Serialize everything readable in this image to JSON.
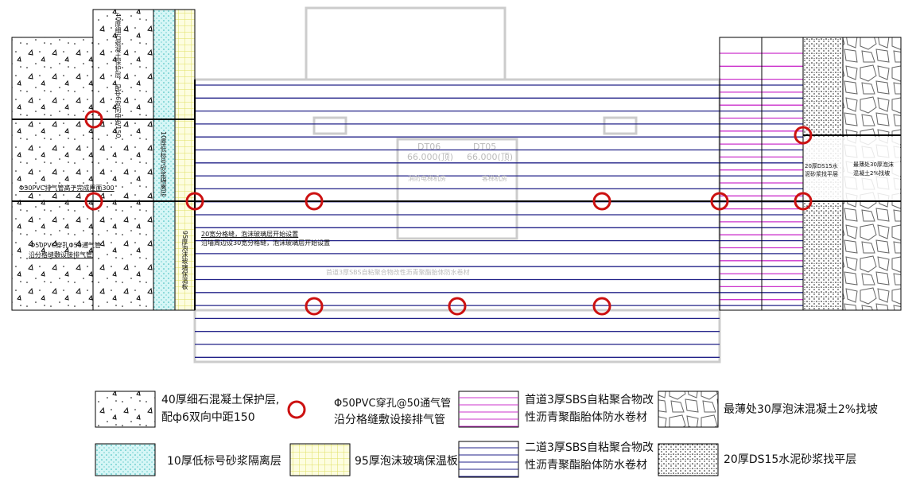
{
  "drawing": {
    "concrete_note_vertical": "40厚细石混凝土保护层，配ф6双向中距150",
    "pipe_height_note": "Φ50PVC排气管高于完成屋面300",
    "pipe_hole_note_1": "Φ50PVC穿孔Φ50通气管",
    "pipe_hole_note_2": "沿分格缝敷设接排气管",
    "mortar_isolation_vertical": "10厚低标号砂浆隔离层",
    "foam_glass_vertical": "95厚泡沫玻璃保温板",
    "grid_note_1": "20宽分格缝，泡沫玻璃层开始设置",
    "grid_note_2": "沿墙周边设30宽分格缝，泡沫玻璃层开始设置",
    "sbs_center_note": "首道3厚SBS自粘聚合物改性沥青聚酯胎体防水卷材",
    "elevator_1_code": "DT06",
    "elevator_1_level": "66.000(顶)",
    "elevator_1_room": "消防电梯机房",
    "elevator_2_code": "DT05",
    "elevator_2_level": "66.000(顶)",
    "elevator_2_room": "客梯机房",
    "right_mortar_note": "20厚DS15水泥砂浆找平层",
    "right_foam_note_1": "最薄处30厚泡沫",
    "right_foam_note_2": "混凝土2%找坡",
    "colors": {
      "red": "#cc1111",
      "blue": "#222288",
      "pink": "#cc33cc",
      "cyan": "#5fd6d6",
      "yellow": "#e6e65a"
    }
  },
  "legend": [
    {
      "id": "concrete",
      "line1": "40厚细石混凝土保护层,",
      "line2": "配ф6双向中距150"
    },
    {
      "id": "pipe",
      "line1": "Φ50PVC穿孔@50通气管",
      "line2": "沿分格缝敷设接排气管"
    },
    {
      "id": "sbs1",
      "line1": "首道3厚SBS自粘聚合物改",
      "line2": "性沥青聚酯胎体防水卷材"
    },
    {
      "id": "foamconcrete",
      "line1": "最薄处30厚泡沫混凝土2%找坡"
    },
    {
      "id": "mortar",
      "line1": "10厚低标号砂浆隔离层"
    },
    {
      "id": "foamglass",
      "line1": "95厚泡沫玻璃保温板"
    },
    {
      "id": "sbs2",
      "line1": "二道3厚SBS自粘聚合物改",
      "line2": "性沥青聚酯胎体防水卷材"
    },
    {
      "id": "leveling",
      "line1": "20厚DS15水泥砂浆找平层"
    }
  ]
}
